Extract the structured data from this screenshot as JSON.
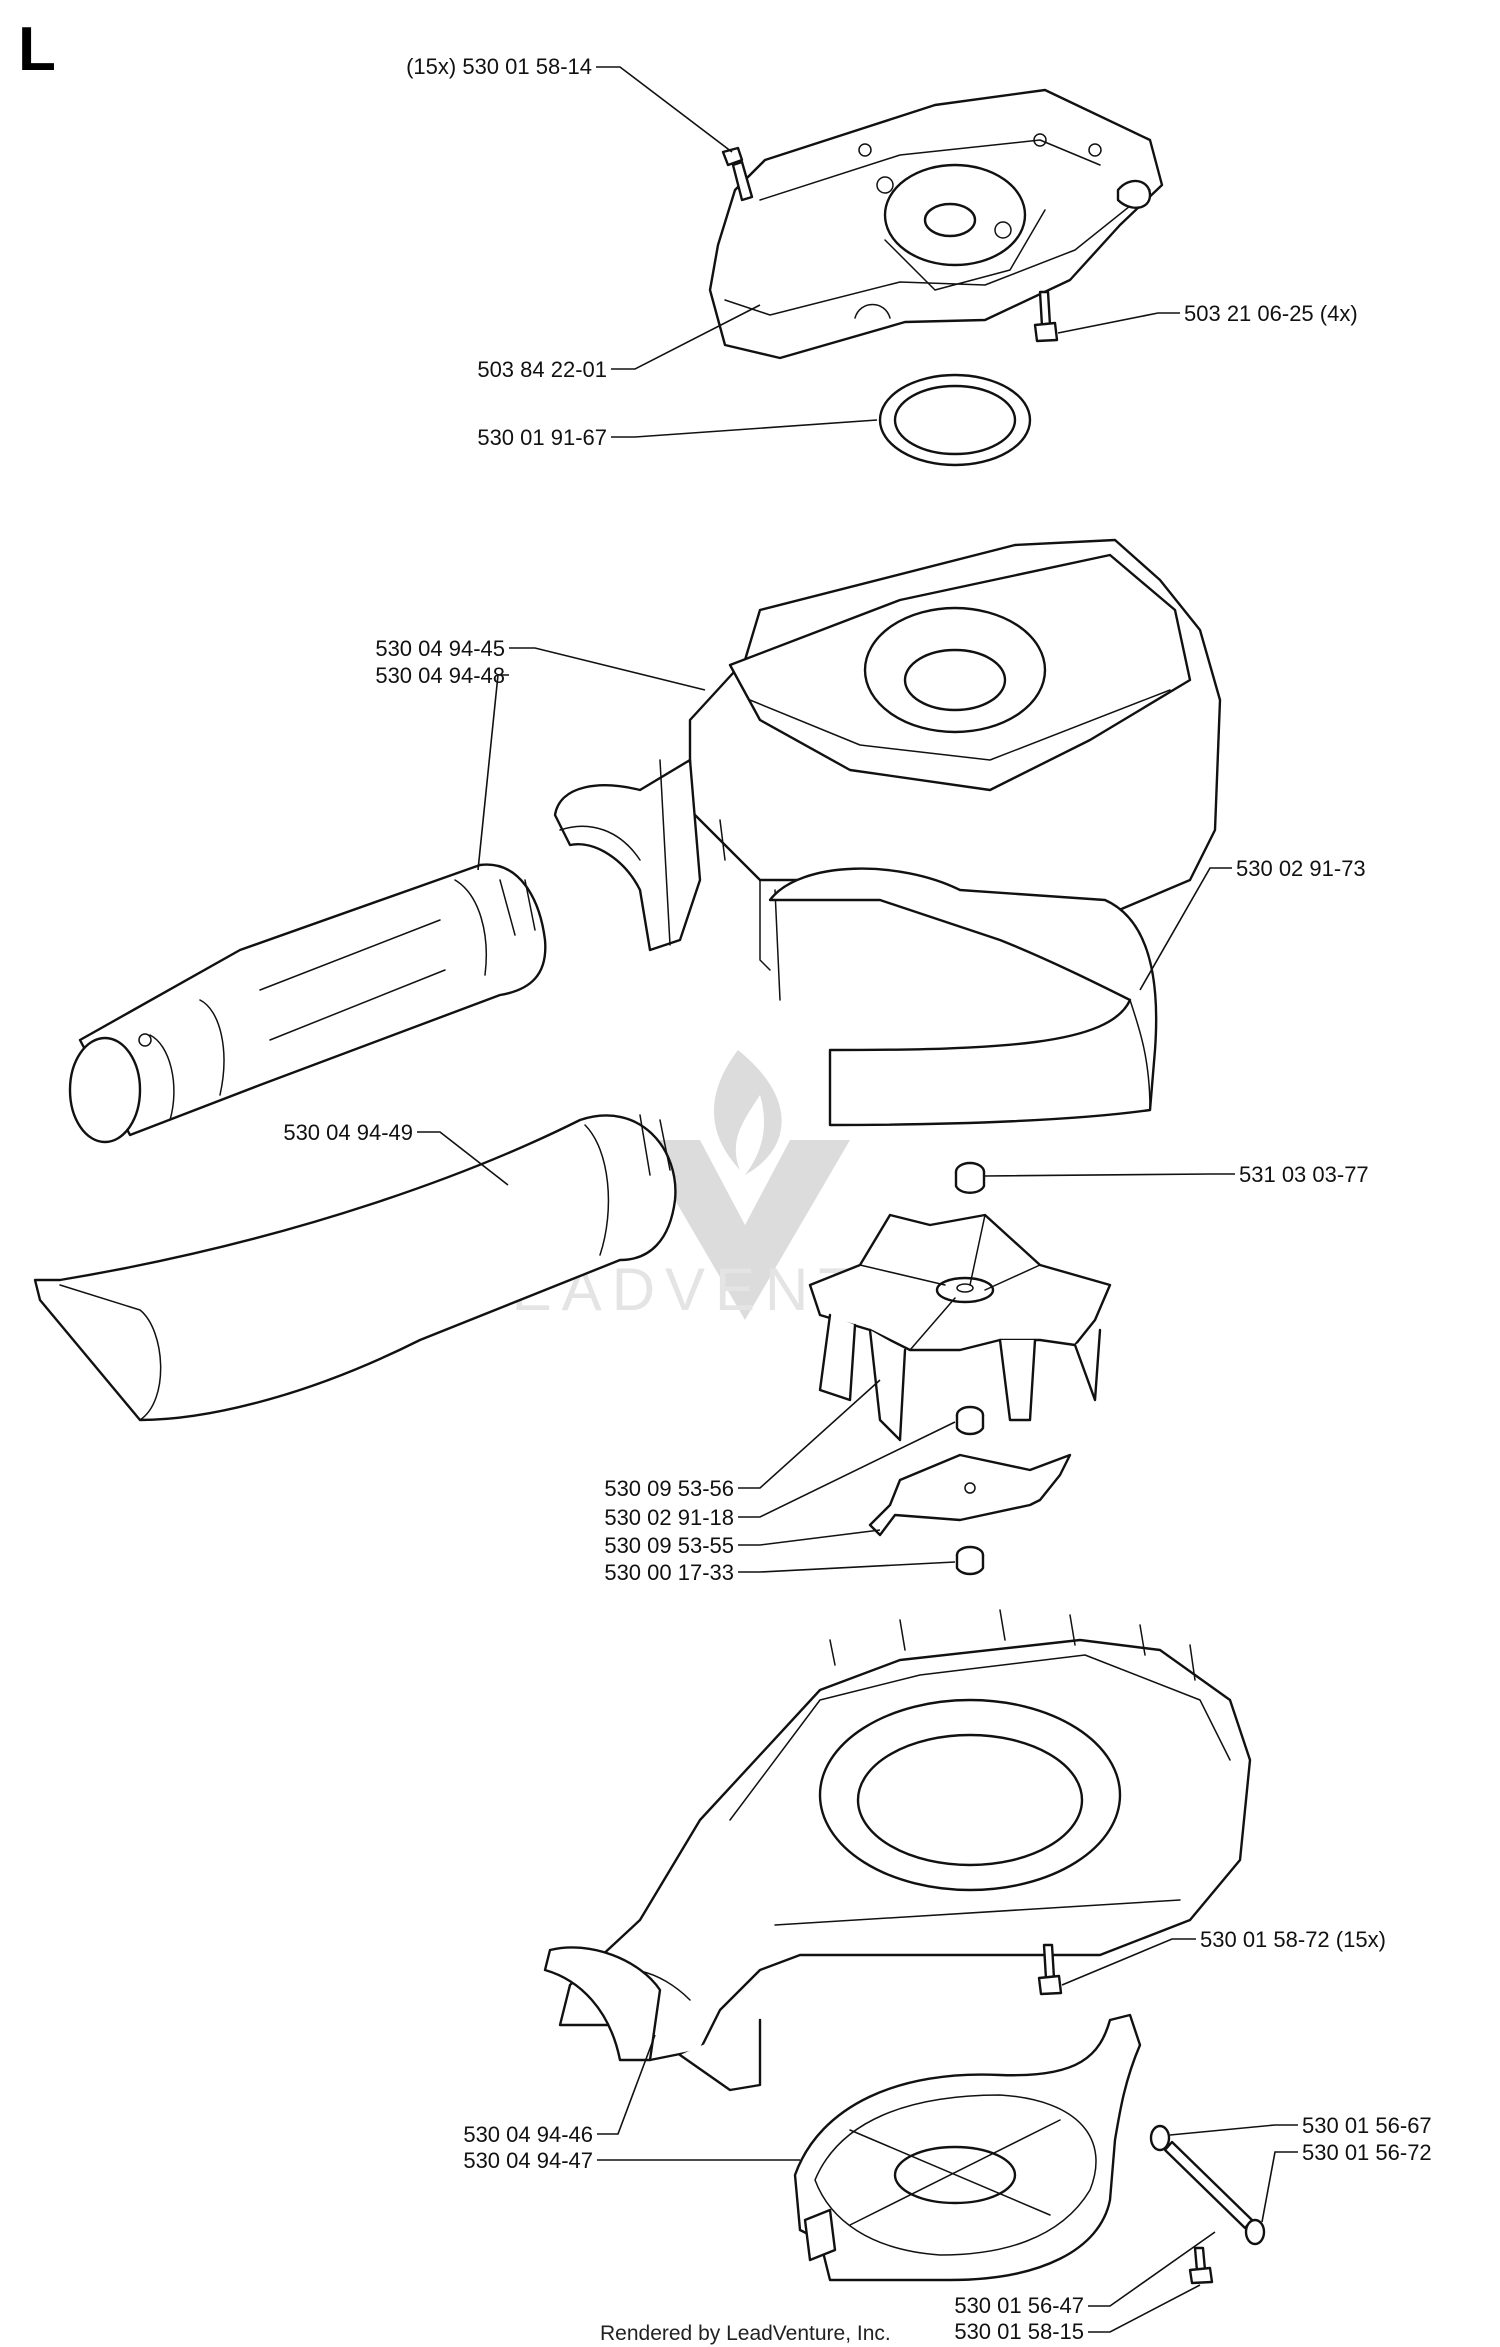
{
  "section_letter": "L",
  "footer": "Rendered by LeadVenture, Inc.",
  "watermark_text": "LEADVENTURE",
  "parts": [
    {
      "id": "top-screw",
      "label": "(15x) 530 01 58-14"
    },
    {
      "id": "cover-screw",
      "label": "503 21 06-25 (4x)"
    },
    {
      "id": "cover",
      "label": "503 84 22-01"
    },
    {
      "id": "cover-ring",
      "label": "530 01 91-67"
    },
    {
      "id": "housing-a",
      "label": "530 04 94-45"
    },
    {
      "id": "housing-b",
      "label": "530 04 94-48"
    },
    {
      "id": "band",
      "label": "530 02 91-73"
    },
    {
      "id": "nozzle",
      "label": "530 04 94-49"
    },
    {
      "id": "top-nut",
      "label": "531 03 03-77"
    },
    {
      "id": "fan-washer",
      "label": "530 09 53-56"
    },
    {
      "id": "fan-spacer",
      "label": "530 02 91-18"
    },
    {
      "id": "cutter",
      "label": "530 09 53-55"
    },
    {
      "id": "bottom-nut",
      "label": "530 00 17-33"
    },
    {
      "id": "lower-screw",
      "label": "530 01 58-72 (15x)"
    },
    {
      "id": "lower-housing-a",
      "label": "530 04 94-46"
    },
    {
      "id": "lower-housing-b",
      "label": "530 04 94-47"
    },
    {
      "id": "clip-a",
      "label": "530 01 56-67"
    },
    {
      "id": "clip-b",
      "label": "530 01 56-72"
    },
    {
      "id": "pin",
      "label": "530 01 56-47"
    },
    {
      "id": "base-screw",
      "label": "530 01 58-15"
    }
  ]
}
